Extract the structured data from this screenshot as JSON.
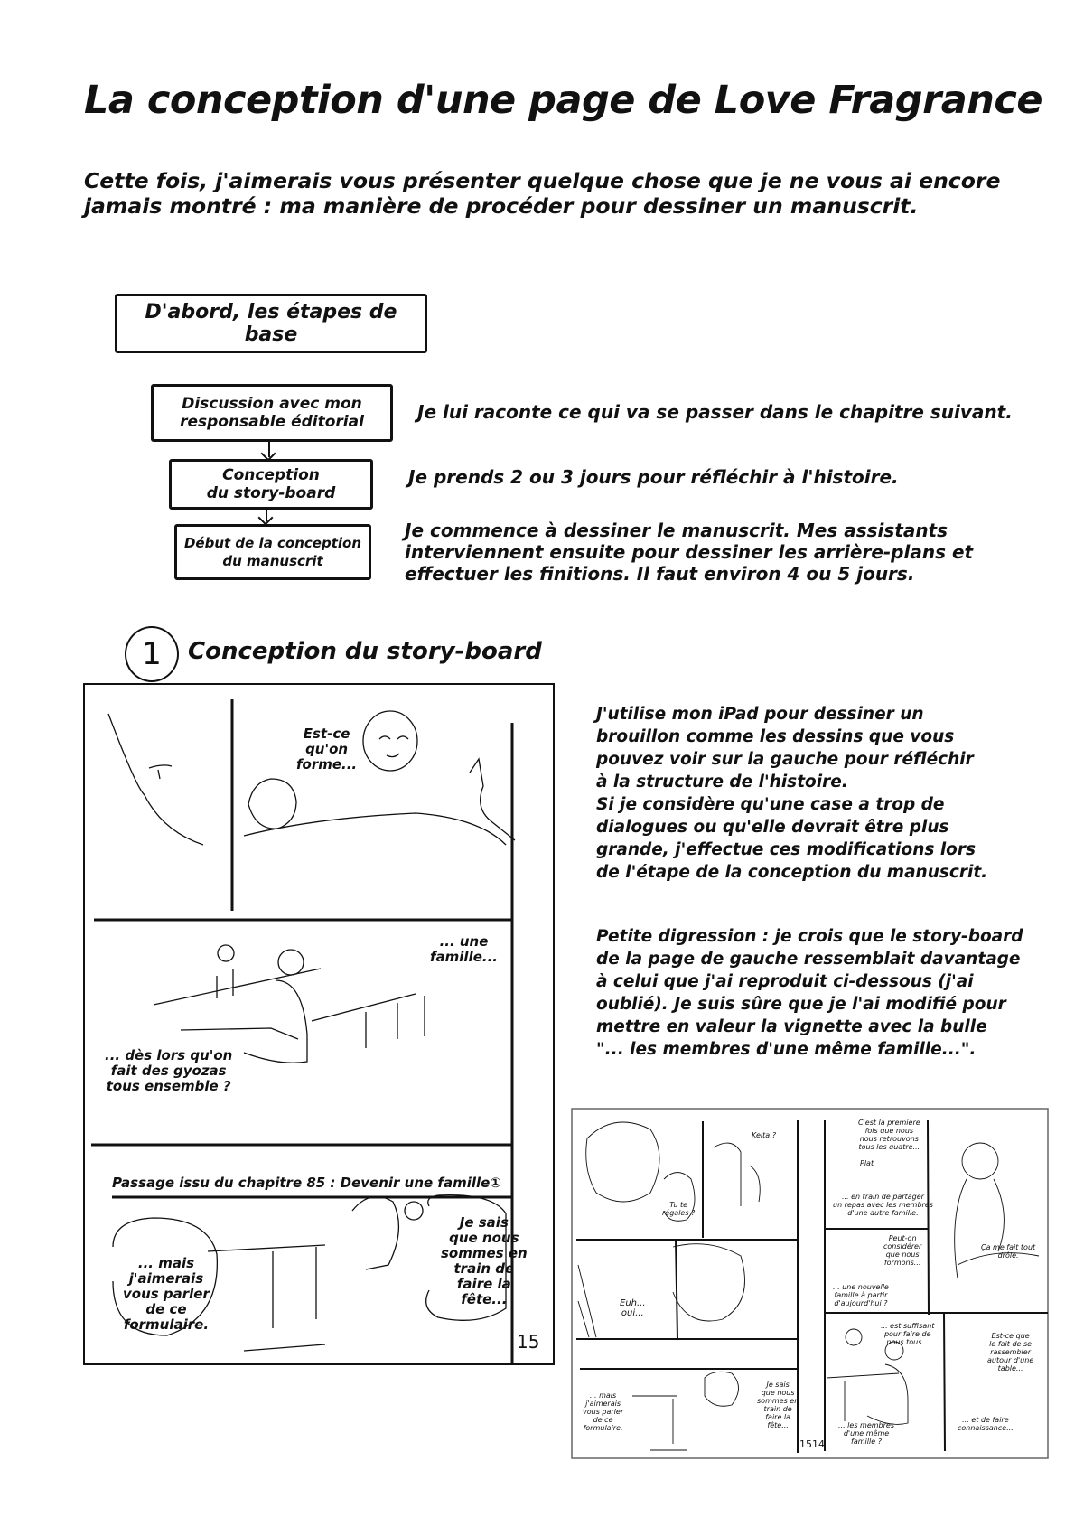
{
  "header": {
    "title": "La conception d'une page de Love Fragrance",
    "intro_lines": [
      "Cette fois, j'aimerais vous présenter quelque chose que je ne vous ai encore",
      "jamais montré : ma manière de procéder pour dessiner un manuscrit."
    ]
  },
  "basics": {
    "label": "D'abord, les étapes de base",
    "steps": [
      {
        "box_lines": [
          "Discussion avec mon",
          "responsable éditorial"
        ],
        "desc_lines": [
          "Je lui raconte ce qui va se passer dans le chapitre suivant."
        ]
      },
      {
        "box_lines": [
          "Conception",
          "du story-board"
        ],
        "desc_lines": [
          "Je prends 2 ou 3 jours pour réfléchir à l'histoire."
        ]
      },
      {
        "box_lines": [
          "Début de la conception",
          "du manuscrit"
        ],
        "desc_lines": [
          "Je commence à dessiner le manuscrit. Mes assistants",
          "interviennent ensuite pour dessiner les arrière-plans et",
          "effectuer les finitions. Il faut environ 4 ou 5 jours."
        ]
      }
    ]
  },
  "section": {
    "number": "1",
    "title": "Conception du story-board"
  },
  "storyboard_main": {
    "bubbles": [
      [
        "Est-ce",
        "qu'on",
        "forme..."
      ],
      [
        "... une",
        "famille..."
      ],
      [
        "... dès lors qu'on",
        "fait des gyozas",
        "tous ensemble ?"
      ],
      [
        "... mais",
        "j'aimerais",
        "vous parler",
        "de ce",
        "formulaire."
      ],
      [
        "Je sais",
        "que nous",
        "sommes en",
        "train de",
        "faire la",
        "fête..."
      ]
    ],
    "page_number": "15",
    "caption": "Passage issu du chapitre 85 : Devenir une famille①"
  },
  "explanation": {
    "paragraph1": [
      "J'utilise mon iPad pour dessiner un",
      "brouillon comme les dessins que vous",
      "pouvez voir sur la gauche pour réfléchir",
      "à la structure de l'histoire.",
      "Si je considère qu'une case a trop de",
      "dialogues ou qu'elle devrait être plus",
      "grande, j'effectue ces modifications lors",
      "de l'étape de la conception du manuscrit."
    ],
    "paragraph2": [
      "Petite digression : je crois que le story-board",
      "de la page de gauche ressemblait davantage",
      "à celui que j'ai reproduit ci-dessous (j'ai",
      "oublié). Je suis sûre que je l'ai modifié pour",
      "mettre en valeur la vignette avec la bulle",
      "\"... les membres d'une même famille...\"."
    ]
  },
  "storyboard_small": {
    "bubbles": [
      [
        "Keita ?"
      ],
      [
        "Tu te",
        "régales ?"
      ],
      [
        "Euh...",
        "oui..."
      ],
      [
        "... mais",
        "j'aimerais",
        "vous parler",
        "de ce",
        "formulaire."
      ],
      [
        "Je sais",
        "que nous",
        "sommes en",
        "train de",
        "faire la",
        "fête..."
      ],
      [
        "C'est la première",
        "fois que nous",
        "nous retrouvons",
        "tous les quatre..."
      ],
      [
        "Plat"
      ],
      [
        "... en train de partager",
        "un repas avec les membres",
        "d'une autre famille."
      ],
      [
        "Peut-on",
        "considérer",
        "que nous",
        "formons..."
      ],
      [
        "... une nouvelle",
        "famille à partir",
        "d'aujourd'hui ?"
      ],
      [
        "Ça me fait tout",
        "drôle."
      ],
      [
        "... est suffisant",
        "pour faire de",
        "nous tous..."
      ],
      [
        "Est-ce que",
        "le fait de se",
        "rassembler",
        "autour d'une",
        "table..."
      ],
      [
        "... les membres",
        "d'une même",
        "famille ?"
      ],
      [
        "... et de faire",
        "connaissance..."
      ]
    ],
    "page_numbers": [
      "15",
      "14"
    ]
  }
}
